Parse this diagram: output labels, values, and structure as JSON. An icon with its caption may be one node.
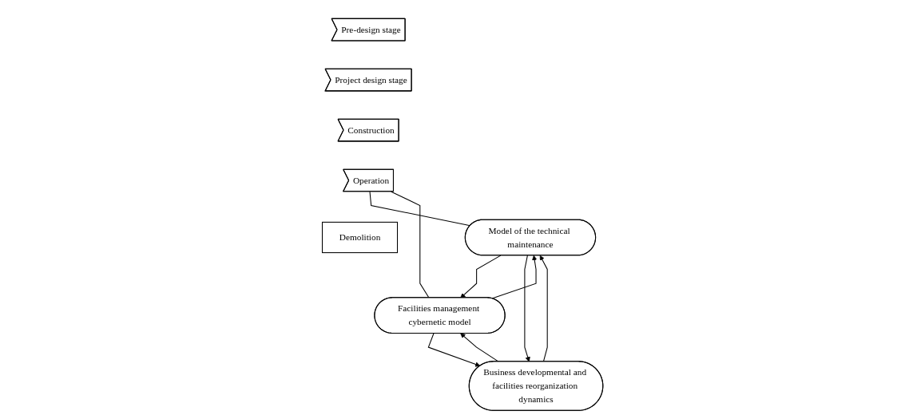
{
  "diagram": {
    "nodes": [
      {
        "text": [
          "Pre-design stage"
        ]
      },
      {
        "text": [
          "Project design stage"
        ]
      },
      {
        "text": [
          "Construction"
        ]
      },
      {
        "text": [
          "Operation"
        ]
      },
      {
        "text": [
          "Demolition"
        ]
      },
      {
        "text": [
          "Model of the technical maintenance"
        ]
      },
      {
        "text": [
          "Facilities management cybernetic model"
        ]
      },
      {
        "text": [
          "Business developmental and facilities reorganization dynamics"
        ]
      }
    ],
    "edges": [
      {
        "from": 3,
        "to": 5,
        "arrow": "none"
      },
      {
        "from": 3,
        "to": 6,
        "arrow": "none"
      },
      {
        "from": 6,
        "to": 5,
        "arrow": "to"
      },
      {
        "from": 5,
        "to": 6,
        "arrow": "to"
      },
      {
        "from": 5,
        "to": 7,
        "arrow": "to"
      },
      {
        "from": 7,
        "to": 5,
        "arrow": "to"
      },
      {
        "from": 7,
        "to": 6,
        "arrow": "to"
      },
      {
        "from": 6,
        "to": 7,
        "arrow": "to"
      }
    ]
  }
}
